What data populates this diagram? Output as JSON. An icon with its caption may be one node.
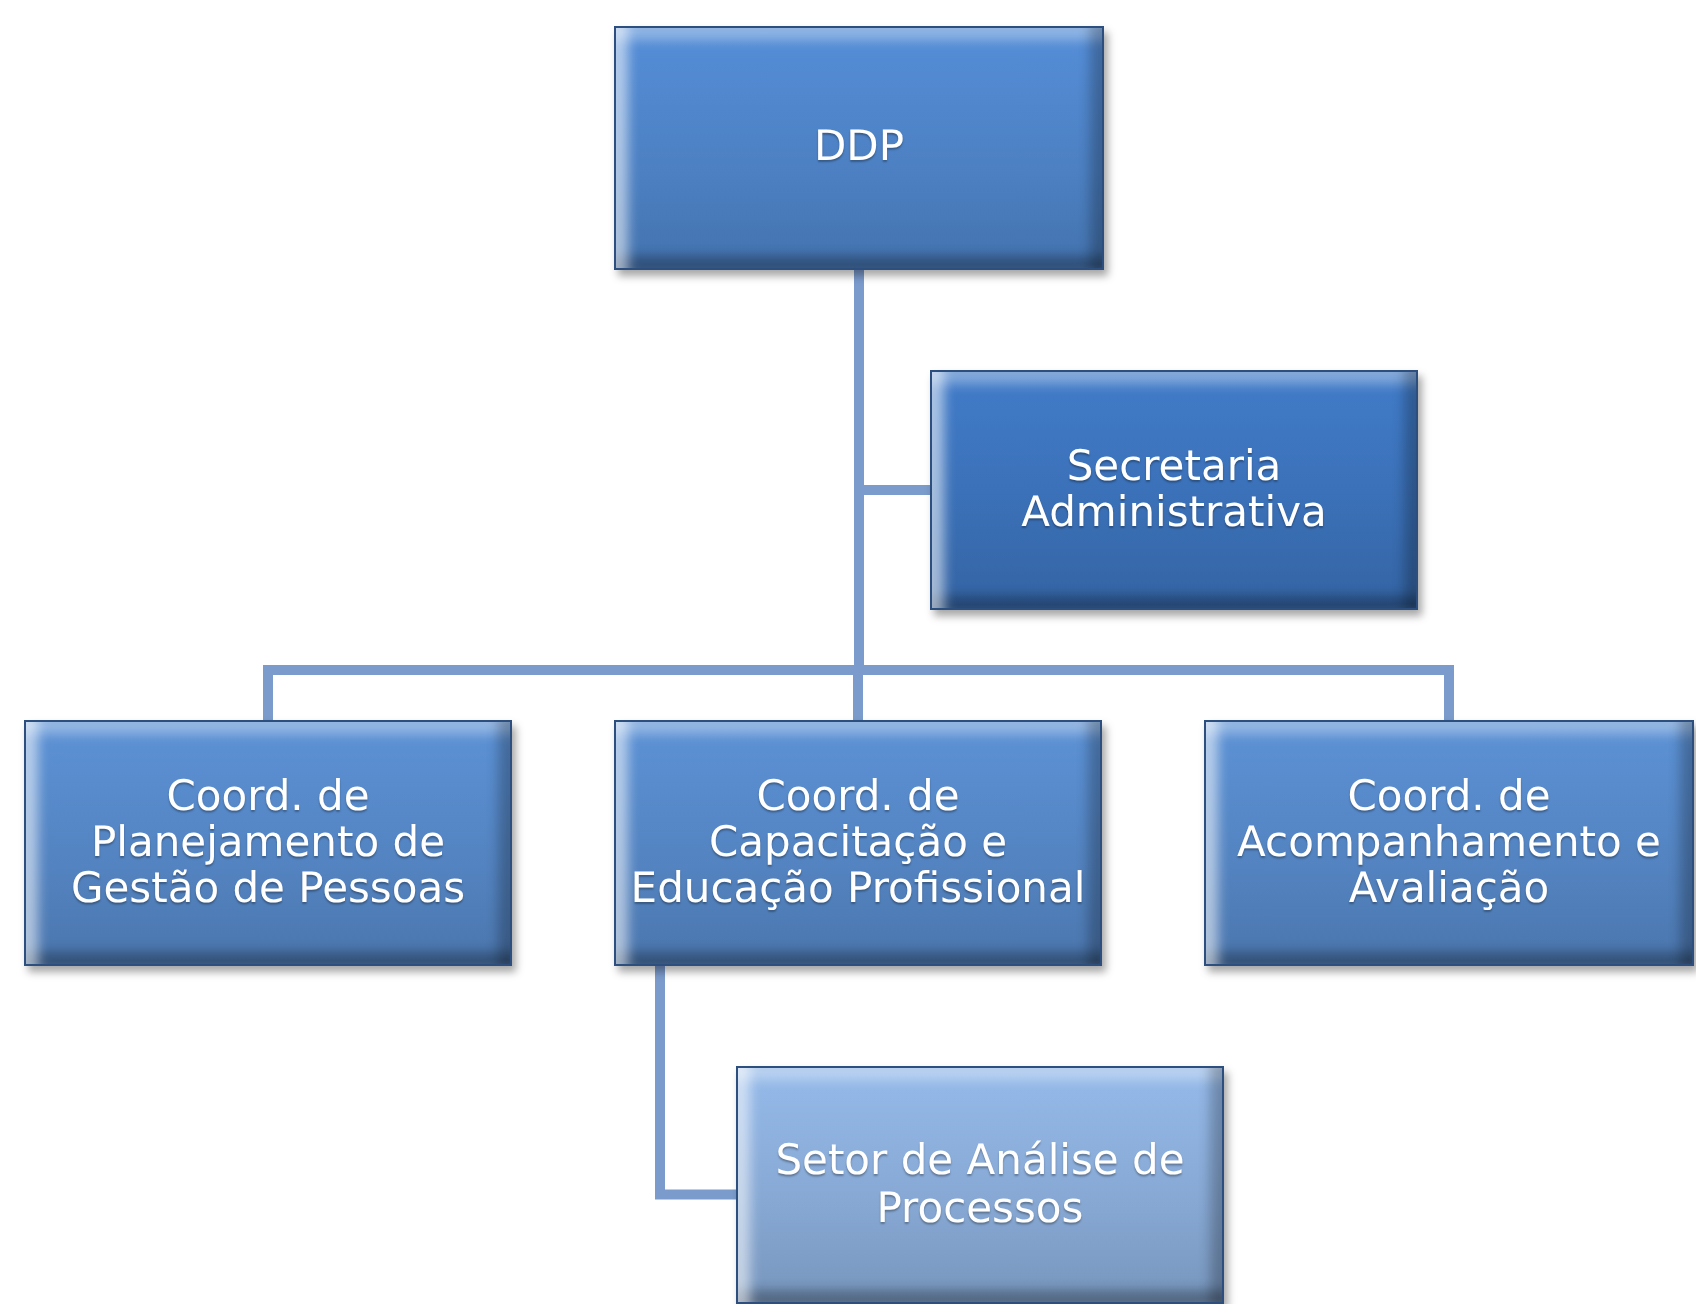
{
  "diagram": {
    "nodes": [
      {
        "text": [
          "DDP"
        ]
      },
      {
        "text": [
          "Secretaria Administrativa"
        ]
      },
      {
        "text": [
          "Coord. de Planejamento de Gestão de Pessoas"
        ]
      },
      {
        "text": [
          "Coord. de Capacitação e Educação Profissional"
        ]
      },
      {
        "text": [
          "Coord. de Acompanhamento e Avaliação"
        ]
      },
      {
        "text": [
          "Setor de Análise de Processos"
        ]
      }
    ],
    "edges": [
      {
        "from": 0,
        "to": 1,
        "arrow": "none"
      },
      {
        "from": 0,
        "to": 2,
        "arrow": "none"
      },
      {
        "from": 0,
        "to": 3,
        "arrow": "none"
      },
      {
        "from": 0,
        "to": 4,
        "arrow": "none"
      },
      {
        "from": 3,
        "to": 5,
        "arrow": "none"
      }
    ]
  }
}
